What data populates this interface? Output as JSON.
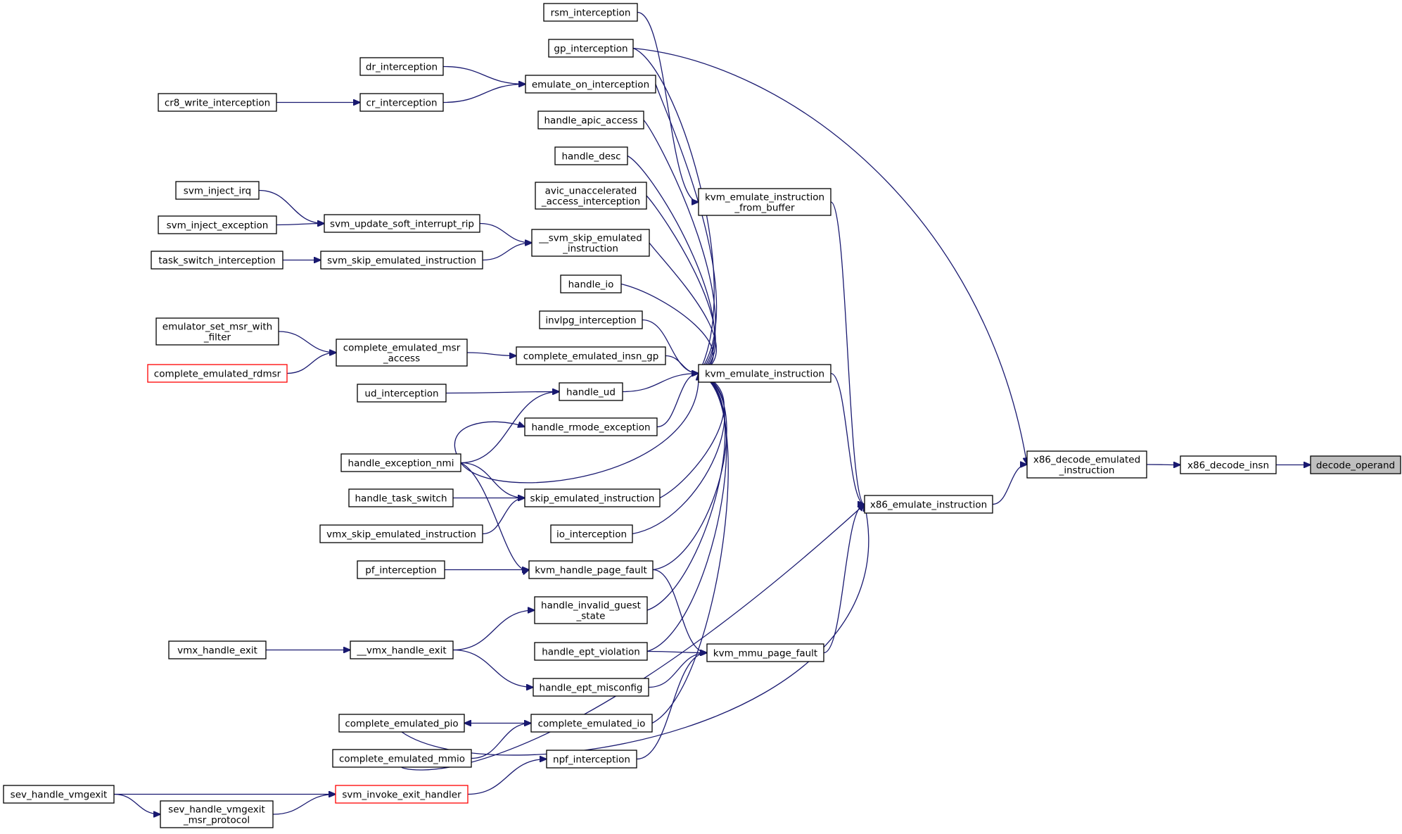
{
  "graph": {
    "kind": "call-graph",
    "edge_color": "#191970",
    "highlight_node": "decode_operand",
    "nodes": [
      {
        "id": "decode_operand",
        "lines": [
          "decode_operand"
        ],
        "style": "root"
      },
      {
        "id": "x86_decode_insn",
        "lines": [
          "x86_decode_insn"
        ]
      },
      {
        "id": "x86_decode_emulated_instruction",
        "lines": [
          "x86_decode_emulated",
          "_instruction"
        ]
      },
      {
        "id": "x86_emulate_instruction",
        "lines": [
          "x86_emulate_instruction"
        ]
      },
      {
        "id": "kvm_emulate_instruction_from_buffer",
        "lines": [
          "kvm_emulate_instruction",
          "_from_buffer"
        ]
      },
      {
        "id": "kvm_emulate_instruction",
        "lines": [
          "kvm_emulate_instruction"
        ]
      },
      {
        "id": "kvm_mmu_page_fault",
        "lines": [
          "kvm_mmu_page_fault"
        ]
      },
      {
        "id": "rsm_interception",
        "lines": [
          "rsm_interception"
        ]
      },
      {
        "id": "gp_interception",
        "lines": [
          "gp_interception"
        ]
      },
      {
        "id": "emulate_on_interception",
        "lines": [
          "emulate_on_interception"
        ]
      },
      {
        "id": "dr_interception",
        "lines": [
          "dr_interception"
        ]
      },
      {
        "id": "cr_interception",
        "lines": [
          "cr_interception"
        ]
      },
      {
        "id": "cr8_write_interception",
        "lines": [
          "cr8_write_interception"
        ]
      },
      {
        "id": "handle_apic_access",
        "lines": [
          "handle_apic_access"
        ]
      },
      {
        "id": "handle_desc",
        "lines": [
          "handle_desc"
        ]
      },
      {
        "id": "avic_unaccelerated_access_interception",
        "lines": [
          "avic_unaccelerated",
          "_access_interception"
        ]
      },
      {
        "id": "svm_inject_irq",
        "lines": [
          "svm_inject_irq"
        ]
      },
      {
        "id": "svm_inject_exception",
        "lines": [
          "svm_inject_exception"
        ]
      },
      {
        "id": "svm_update_soft_interrupt_rip",
        "lines": [
          "svm_update_soft_interrupt_rip"
        ]
      },
      {
        "id": "__svm_skip_emulated_instruction",
        "lines": [
          "__svm_skip_emulated",
          "_instruction"
        ]
      },
      {
        "id": "task_switch_interception",
        "lines": [
          "task_switch_interception"
        ]
      },
      {
        "id": "svm_skip_emulated_instruction",
        "lines": [
          "svm_skip_emulated_instruction"
        ]
      },
      {
        "id": "handle_io",
        "lines": [
          "handle_io"
        ]
      },
      {
        "id": "invlpg_interception",
        "lines": [
          "invlpg_interception"
        ]
      },
      {
        "id": "emulator_set_msr_with_filter",
        "lines": [
          "emulator_set_msr_with",
          "_filter"
        ]
      },
      {
        "id": "complete_emulated_msr_access",
        "lines": [
          "complete_emulated_msr",
          "_access"
        ]
      },
      {
        "id": "complete_emulated_rdmsr",
        "lines": [
          "complete_emulated_rdmsr"
        ],
        "style": "red"
      },
      {
        "id": "complete_emulated_insn_gp",
        "lines": [
          "complete_emulated_insn_gp"
        ]
      },
      {
        "id": "ud_interception",
        "lines": [
          "ud_interception"
        ]
      },
      {
        "id": "handle_ud",
        "lines": [
          "handle_ud"
        ]
      },
      {
        "id": "handle_rmode_exception",
        "lines": [
          "handle_rmode_exception"
        ]
      },
      {
        "id": "handle_exception_nmi",
        "lines": [
          "handle_exception_nmi"
        ]
      },
      {
        "id": "handle_task_switch",
        "lines": [
          "handle_task_switch"
        ]
      },
      {
        "id": "skip_emulated_instruction",
        "lines": [
          "skip_emulated_instruction"
        ]
      },
      {
        "id": "vmx_skip_emulated_instruction",
        "lines": [
          "vmx_skip_emulated_instruction"
        ]
      },
      {
        "id": "io_interception",
        "lines": [
          "io_interception"
        ]
      },
      {
        "id": "pf_interception",
        "lines": [
          "pf_interception"
        ]
      },
      {
        "id": "kvm_handle_page_fault",
        "lines": [
          "kvm_handle_page_fault"
        ]
      },
      {
        "id": "handle_invalid_guest_state",
        "lines": [
          "handle_invalid_guest",
          "_state"
        ]
      },
      {
        "id": "vmx_handle_exit",
        "lines": [
          "vmx_handle_exit"
        ]
      },
      {
        "id": "__vmx_handle_exit",
        "lines": [
          "__vmx_handle_exit"
        ]
      },
      {
        "id": "handle_ept_violation",
        "lines": [
          "handle_ept_violation"
        ]
      },
      {
        "id": "handle_ept_misconfig",
        "lines": [
          "handle_ept_misconfig"
        ]
      },
      {
        "id": "complete_emulated_pio",
        "lines": [
          "complete_emulated_pio"
        ]
      },
      {
        "id": "complete_emulated_io",
        "lines": [
          "complete_emulated_io"
        ]
      },
      {
        "id": "complete_emulated_mmio",
        "lines": [
          "complete_emulated_mmio"
        ]
      },
      {
        "id": "npf_interception",
        "lines": [
          "npf_interception"
        ]
      },
      {
        "id": "sev_handle_vmgexit",
        "lines": [
          "sev_handle_vmgexit"
        ]
      },
      {
        "id": "svm_invoke_exit_handler",
        "lines": [
          "svm_invoke_exit_handler"
        ],
        "style": "red"
      },
      {
        "id": "sev_handle_vmgexit_msr_protocol",
        "lines": [
          "sev_handle_vmgexit",
          "_msr_protocol"
        ]
      }
    ],
    "edges": [
      {
        "from": "x86_decode_insn",
        "to": "decode_operand"
      },
      {
        "from": "x86_decode_emulated_instruction",
        "to": "x86_decode_insn"
      },
      {
        "from": "x86_emulate_instruction",
        "to": "x86_decode_emulated_instruction"
      },
      {
        "from": "gp_interception",
        "to": "x86_decode_emulated_instruction"
      },
      {
        "from": "kvm_emulate_instruction_from_buffer",
        "to": "x86_emulate_instruction"
      },
      {
        "from": "kvm_emulate_instruction",
        "to": "x86_emulate_instruction"
      },
      {
        "from": "kvm_mmu_page_fault",
        "to": "x86_emulate_instruction"
      },
      {
        "from": "complete_emulated_pio",
        "to": "x86_emulate_instruction"
      },
      {
        "from": "complete_emulated_mmio",
        "to": "x86_emulate_instruction"
      },
      {
        "from": "rsm_interception",
        "to": "kvm_emulate_instruction_from_buffer"
      },
      {
        "from": "gp_interception",
        "to": "kvm_emulate_instruction"
      },
      {
        "from": "emulate_on_interception",
        "to": "kvm_emulate_instruction"
      },
      {
        "from": "handle_apic_access",
        "to": "kvm_emulate_instruction"
      },
      {
        "from": "handle_desc",
        "to": "kvm_emulate_instruction"
      },
      {
        "from": "avic_unaccelerated_access_interception",
        "to": "kvm_emulate_instruction"
      },
      {
        "from": "__svm_skip_emulated_instruction",
        "to": "kvm_emulate_instruction"
      },
      {
        "from": "handle_io",
        "to": "kvm_emulate_instruction"
      },
      {
        "from": "invlpg_interception",
        "to": "kvm_emulate_instruction"
      },
      {
        "from": "complete_emulated_insn_gp",
        "to": "kvm_emulate_instruction"
      },
      {
        "from": "handle_ud",
        "to": "kvm_emulate_instruction"
      },
      {
        "from": "handle_rmode_exception",
        "to": "kvm_emulate_instruction"
      },
      {
        "from": "handle_exception_nmi",
        "to": "kvm_emulate_instruction"
      },
      {
        "from": "skip_emulated_instruction",
        "to": "kvm_emulate_instruction"
      },
      {
        "from": "io_interception",
        "to": "kvm_emulate_instruction"
      },
      {
        "from": "kvm_handle_page_fault",
        "to": "kvm_emulate_instruction"
      },
      {
        "from": "handle_invalid_guest_state",
        "to": "kvm_emulate_instruction"
      },
      {
        "from": "handle_ept_violation",
        "to": "kvm_emulate_instruction"
      },
      {
        "from": "complete_emulated_io",
        "to": "kvm_emulate_instruction"
      },
      {
        "from": "dr_interception",
        "to": "emulate_on_interception"
      },
      {
        "from": "cr_interception",
        "to": "emulate_on_interception"
      },
      {
        "from": "cr8_write_interception",
        "to": "cr_interception"
      },
      {
        "from": "svm_update_soft_interrupt_rip",
        "to": "__svm_skip_emulated_instruction"
      },
      {
        "from": "svm_skip_emulated_instruction",
        "to": "__svm_skip_emulated_instruction"
      },
      {
        "from": "svm_inject_irq",
        "to": "svm_update_soft_interrupt_rip"
      },
      {
        "from": "svm_inject_exception",
        "to": "svm_update_soft_interrupt_rip"
      },
      {
        "from": "task_switch_interception",
        "to": "svm_skip_emulated_instruction"
      },
      {
        "from": "complete_emulated_msr_access",
        "to": "complete_emulated_insn_gp"
      },
      {
        "from": "emulator_set_msr_with_filter",
        "to": "complete_emulated_msr_access"
      },
      {
        "from": "complete_emulated_rdmsr",
        "to": "complete_emulated_msr_access"
      },
      {
        "from": "ud_interception",
        "to": "handle_ud"
      },
      {
        "from": "handle_exception_nmi",
        "to": "handle_ud"
      },
      {
        "from": "handle_exception_nmi",
        "to": "handle_rmode_exception"
      },
      {
        "from": "handle_exception_nmi",
        "to": "skip_emulated_instruction"
      },
      {
        "from": "handle_exception_nmi",
        "to": "kvm_handle_page_fault"
      },
      {
        "from": "handle_task_switch",
        "to": "skip_emulated_instruction"
      },
      {
        "from": "vmx_skip_emulated_instruction",
        "to": "skip_emulated_instruction"
      },
      {
        "from": "pf_interception",
        "to": "kvm_handle_page_fault"
      },
      {
        "from": "kvm_handle_page_fault",
        "to": "kvm_mmu_page_fault"
      },
      {
        "from": "handle_ept_violation",
        "to": "kvm_mmu_page_fault"
      },
      {
        "from": "handle_ept_misconfig",
        "to": "kvm_mmu_page_fault"
      },
      {
        "from": "npf_interception",
        "to": "kvm_mmu_page_fault"
      },
      {
        "from": "__vmx_handle_exit",
        "to": "handle_invalid_guest_state"
      },
      {
        "from": "__vmx_handle_exit",
        "to": "handle_ept_misconfig"
      },
      {
        "from": "vmx_handle_exit",
        "to": "__vmx_handle_exit"
      },
      {
        "from": "complete_emulated_io",
        "to": "complete_emulated_pio"
      },
      {
        "from": "complete_emulated_mmio",
        "to": "complete_emulated_io"
      },
      {
        "from": "svm_invoke_exit_handler",
        "to": "npf_interception"
      },
      {
        "from": "sev_handle_vmgexit",
        "to": "svm_invoke_exit_handler"
      },
      {
        "from": "sev_handle_vmgexit_msr_protocol",
        "to": "svm_invoke_exit_handler"
      },
      {
        "from": "sev_handle_vmgexit",
        "to": "sev_handle_vmgexit_msr_protocol"
      }
    ]
  }
}
